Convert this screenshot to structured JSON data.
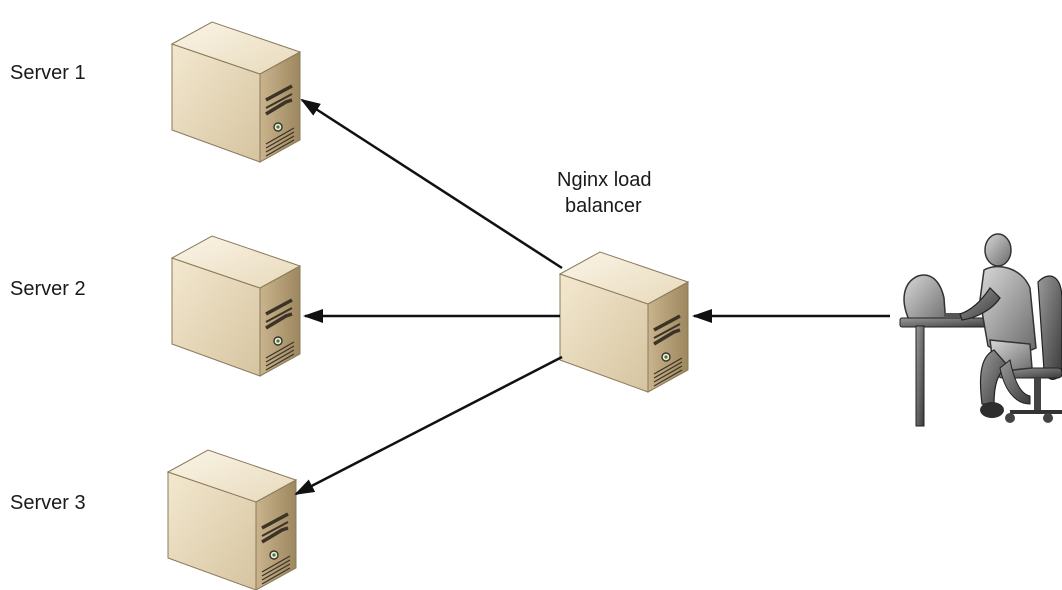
{
  "labels": {
    "server_1": "Server 1",
    "server_2": "Server 2",
    "server_3": "Server 3",
    "load_balancer_line1": "Nginx load",
    "load_balancer_line2": "balancer"
  },
  "icons": {
    "server": "server-tower-icon",
    "user": "user-at-computer-icon"
  },
  "colors": {
    "server_front": "#e9dcc0",
    "server_side": "#b8a37f",
    "server_top": "#f6eedc",
    "arrow": "#111111",
    "user_figure": "#8a8a8a"
  }
}
